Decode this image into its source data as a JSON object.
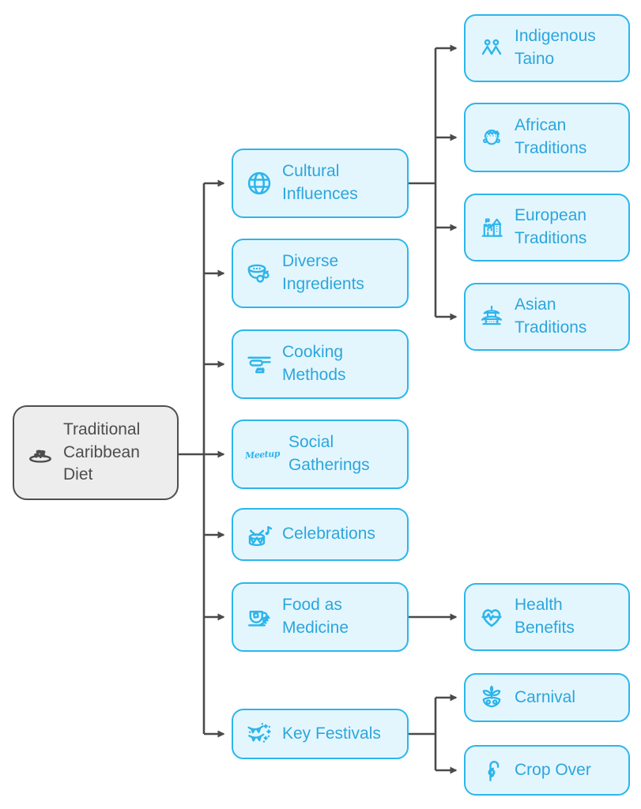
{
  "diagram": {
    "title_hint": "Traditional Caribbean Diet mind map",
    "colors": {
      "node_fill": "#e4f6fd",
      "node_border": "#2cb5ec",
      "node_text": "#2ba6de",
      "root_fill": "#ededed",
      "root_border": "#4e4e4e",
      "root_text": "#4d4d4d",
      "connector": "#4a4a4a"
    },
    "root": {
      "label": "Traditional Caribbean Diet",
      "icon": "food-plate-icon"
    },
    "level1": [
      {
        "id": "cultural",
        "label": "Cultural Influences",
        "icon": "globe-icon"
      },
      {
        "id": "ingredients",
        "label": "Diverse Ingredients",
        "icon": "ingredients-bowl-icon"
      },
      {
        "id": "cooking",
        "label": "Cooking Methods",
        "icon": "frying-pan-icon"
      },
      {
        "id": "social",
        "label": "Social Gatherings",
        "icon": "meetup-script-icon",
        "icon_text": "Meetup"
      },
      {
        "id": "celebrations",
        "label": "Celebrations",
        "icon": "drum-music-icon"
      },
      {
        "id": "medicine",
        "label": "Food as Medicine",
        "icon": "teacup-herbs-icon"
      },
      {
        "id": "festivals",
        "label": "Key Festivals",
        "icon": "confetti-party-icon"
      }
    ],
    "level2": [
      {
        "parent": "cultural",
        "label": "Indigenous Taino",
        "icon": "people-icon"
      },
      {
        "parent": "cultural",
        "label": "African Traditions",
        "icon": "woman-headdress-icon"
      },
      {
        "parent": "cultural",
        "label": "European Traditions",
        "icon": "castle-icon"
      },
      {
        "parent": "cultural",
        "label": "Asian Traditions",
        "icon": "pagoda-icon"
      },
      {
        "parent": "medicine",
        "label": "Health Benefits",
        "icon": "heart-pulse-icon"
      },
      {
        "parent": "festivals",
        "label": "Carnival",
        "icon": "carnival-mask-icon"
      },
      {
        "parent": "festivals",
        "label": "Crop Over",
        "icon": "sugar-cane-icon"
      }
    ]
  }
}
